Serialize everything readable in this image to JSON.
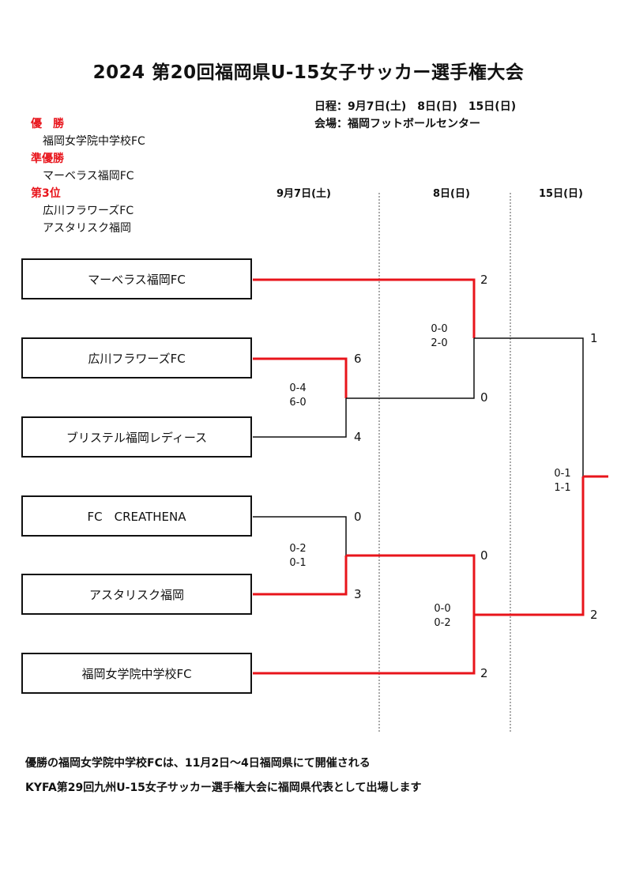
{
  "title": "2024 第20回福岡県U-15女子サッカー選手権大会",
  "schedule": "日程：9月7日(土)　8日(日)　15日(日)",
  "venue": "会場：福岡フットボールセンター",
  "results": {
    "winner_label": "優　勝",
    "winner": "福岡女学院中学校FC",
    "runner_up_label": "準優勝",
    "runner_up": "マーベラス福岡FC",
    "third_label": "第3位",
    "third_1": "広川フラワーズFC",
    "third_2": "アスタリスク福岡"
  },
  "days": {
    "day1": "9月7日(土)",
    "day2": "8日(日)",
    "day3": "15日(日)"
  },
  "teams": [
    "マーベラス福岡FC",
    "広川フラワーズFC",
    "ブリステル福岡レディース",
    "FC　CREATHENA",
    "アスタリスク福岡",
    "福岡女学院中学校FC"
  ],
  "scores": {
    "r1a_top": "6",
    "r1a_bottom": "4",
    "r1a_half1": "0-4",
    "r1a_half2": "6-0",
    "r1b_top": "0",
    "r1b_bottom": "3",
    "r1b_half1": "0-2",
    "r1b_half2": "0-1",
    "sfa_top": "2",
    "sfa_bottom": "0",
    "sfa_half1": "0-0",
    "sfa_half2": "2-0",
    "sfb_top": "0",
    "sfb_bottom": "2",
    "sfb_half1": "0-0",
    "sfb_half2": "0-2",
    "final_top": "1",
    "final_bottom": "2",
    "final_half1": "0-1",
    "final_half2": "1-1"
  },
  "colors": {
    "winner_line": "#e8141b",
    "line": "#111111",
    "label_red": "#e8141b"
  },
  "footer": {
    "line1": "優勝の福岡女学院中学校FCは、11月2日～4日福岡県にて開催される",
    "line2": "KYFA第29回九州U-15女子サッカー選手権大会に福岡県代表として出場します"
  }
}
